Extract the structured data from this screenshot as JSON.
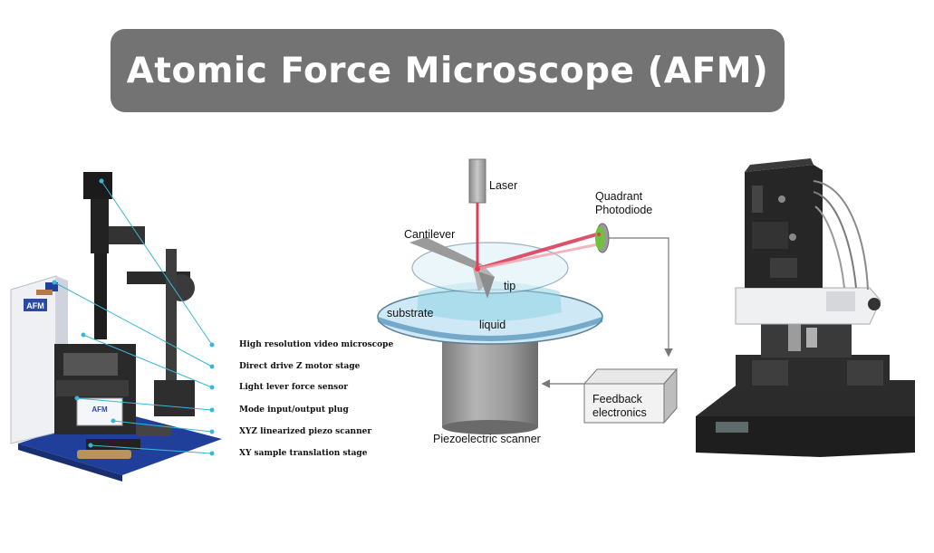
{
  "title": "Atomic Force Microscope (AFM)",
  "left_instrument": {
    "brand_logo": "AFM",
    "callouts": [
      "High resolution video microscope",
      "Direct drive Z motor stage",
      "Light lever force sensor",
      "Mode input/output plug",
      "XYZ linearized piezo scanner",
      "XY sample translation stage"
    ]
  },
  "schematic": {
    "laser": "Laser",
    "photodiode_line1": "Quadrant",
    "photodiode_line2": "Photodiode",
    "cantilever": "Cantilever",
    "tip": "tip",
    "substrate": "substrate",
    "liquid": "liquid",
    "feedback_line1": "Feedback",
    "feedback_line2": "electronics",
    "scanner": "Piezoelectric scanner"
  },
  "colors": {
    "title_bg": "#737373",
    "laser_beam": "#d9405a",
    "callout_line": "#3bb6d9",
    "photodiode": "#6fc23a"
  }
}
